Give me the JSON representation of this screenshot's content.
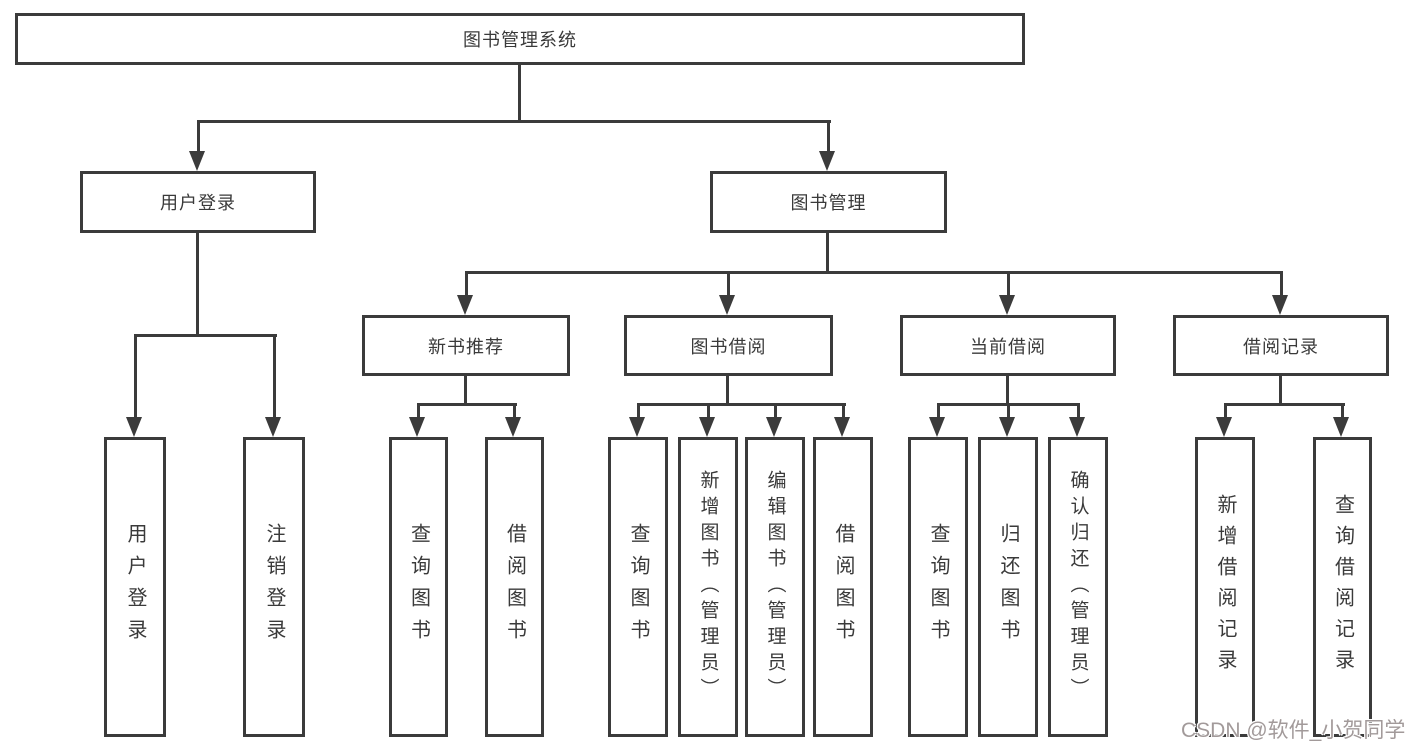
{
  "page": {
    "background": "#ffffff"
  },
  "diagram": {
    "title_node": "图书管理系统",
    "level2": {
      "user_login": "用户登录",
      "book_mgmt": "图书管理"
    },
    "level3": {
      "new_books": "新书推荐",
      "book_borrow": "图书借阅",
      "current_borrow": "当前借阅",
      "borrow_records": "借阅记录"
    },
    "leaves": {
      "user_login": [
        "用户登录",
        "注销登录"
      ],
      "new_books": [
        "查询图书",
        "借阅图书"
      ],
      "book_borrow": [
        "查询图书",
        "新增图书（管理员）",
        "编辑图书（管理员）",
        "借阅图书"
      ],
      "current_borrow": [
        "查询图书",
        "归还图书",
        "确认归还（管理员）"
      ],
      "borrow_records": [
        "新增借阅记录",
        "查询借阅记录"
      ]
    },
    "colors": {
      "line": "#3b3b3b",
      "text": "#3a3a3a",
      "box_bg": "#ffffff"
    }
  },
  "watermark": "CSDN @软件_小贺同学"
}
